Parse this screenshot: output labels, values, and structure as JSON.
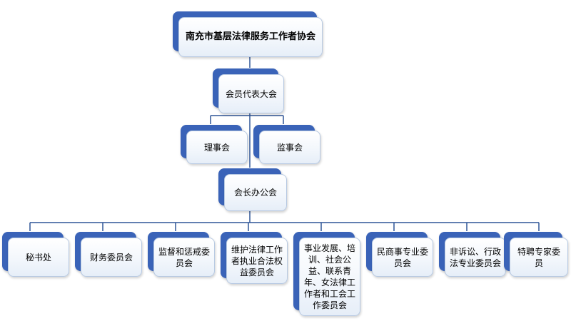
{
  "org_chart": {
    "root": "南充市基层法律服务工作者协会",
    "assembly": "会员代表大会",
    "council": "理事会",
    "supervisory_board": "监事会",
    "office": "会长办公会",
    "departments": [
      "秘书处",
      "财务委员会",
      "监督和惩戒委员会",
      "维护法律工作者执业合法权益委员会",
      "事业发展、培训、社会公益、联系青年、女法律工作者和工会工作委员会",
      "民商事专业委员会",
      "非诉讼、行政法专业委员会",
      "特聘专家委员"
    ]
  },
  "colors": {
    "accent": "#3a63b8",
    "line": "#2f5597",
    "box_border": "#b7c9e2"
  }
}
